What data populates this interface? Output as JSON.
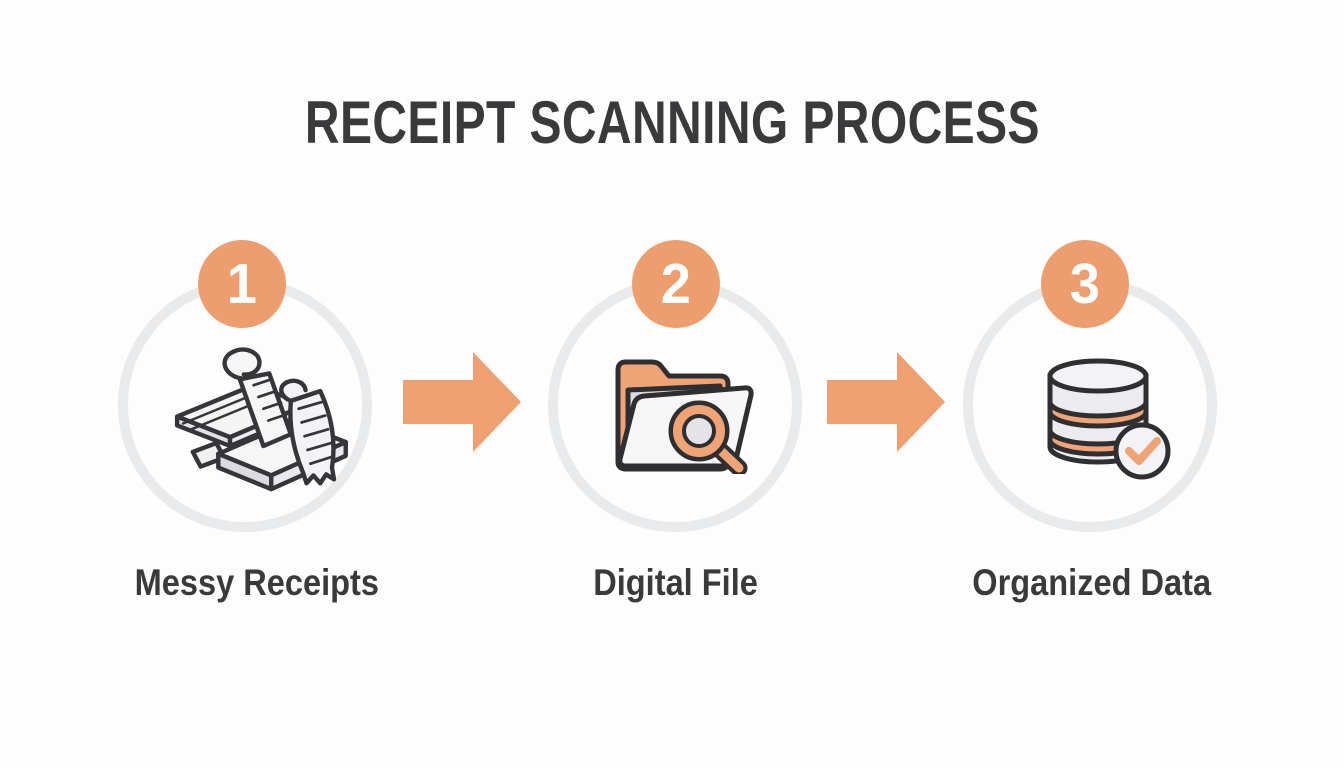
{
  "title": "RECEIPT SCANNING PROCESS",
  "steps": [
    {
      "number": "1",
      "label": "Messy Receipts",
      "icon": "messy-receipts-icon"
    },
    {
      "number": "2",
      "label": "Digital File",
      "icon": "folder-search-icon"
    },
    {
      "number": "3",
      "label": "Organized Data",
      "icon": "database-check-icon"
    }
  ],
  "colors": {
    "accent_orange": "#ed9d6e",
    "icon_orange": "#f0a476",
    "ring_gray": "#e9eaeb",
    "text_dark": "#3a3a3c",
    "outline_dark": "#35353a",
    "background": "#fdfdfd"
  }
}
